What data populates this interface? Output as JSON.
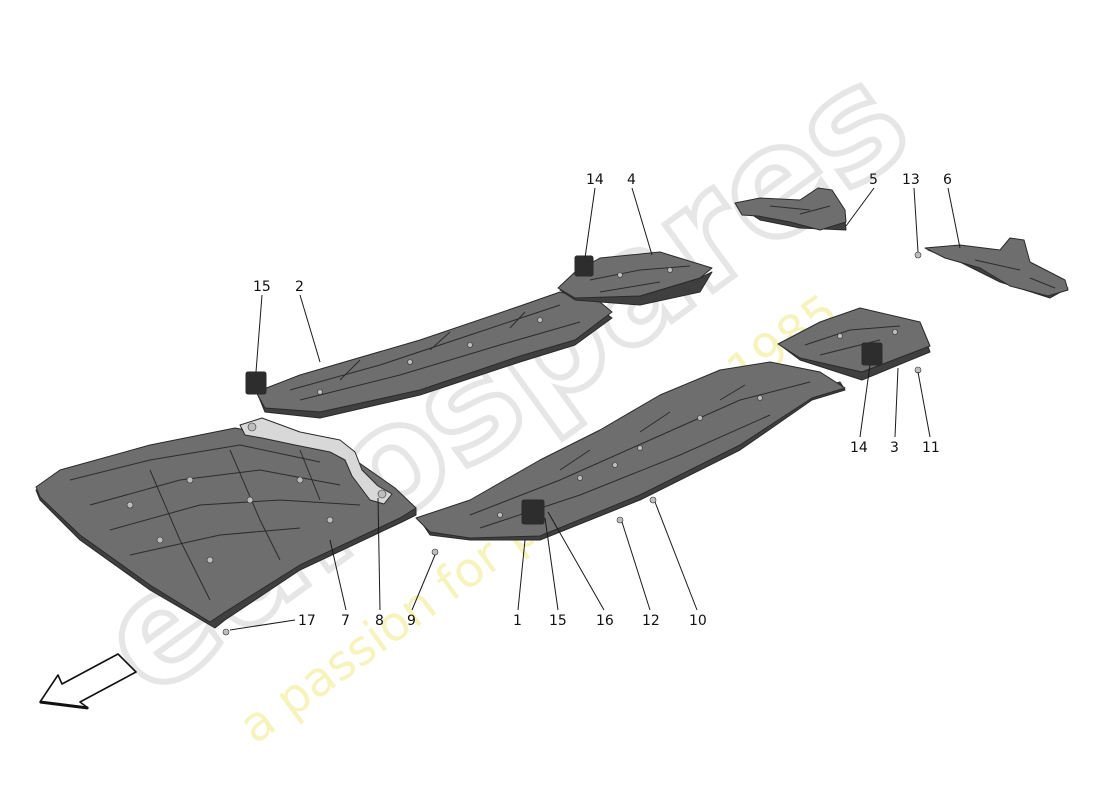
{
  "watermark": {
    "brand": "eurospares",
    "tagline": "a passion for parts since 1985"
  },
  "callouts": [
    {
      "id": "c14a",
      "label": "14"
    },
    {
      "id": "c4",
      "label": "4"
    },
    {
      "id": "c5",
      "label": "5"
    },
    {
      "id": "c13",
      "label": "13"
    },
    {
      "id": "c6",
      "label": "6"
    },
    {
      "id": "c15a",
      "label": "15"
    },
    {
      "id": "c2",
      "label": "2"
    },
    {
      "id": "c14b",
      "label": "14"
    },
    {
      "id": "c3",
      "label": "3"
    },
    {
      "id": "c11",
      "label": "11"
    },
    {
      "id": "c17",
      "label": "17"
    },
    {
      "id": "c7",
      "label": "7"
    },
    {
      "id": "c8",
      "label": "8"
    },
    {
      "id": "c9",
      "label": "9"
    },
    {
      "id": "c1",
      "label": "1"
    },
    {
      "id": "c15b",
      "label": "15"
    },
    {
      "id": "c16",
      "label": "16"
    },
    {
      "id": "c12",
      "label": "12"
    },
    {
      "id": "c10",
      "label": "10"
    }
  ],
  "direction_arrow": {
    "icon": "front-direction-arrow-icon"
  }
}
